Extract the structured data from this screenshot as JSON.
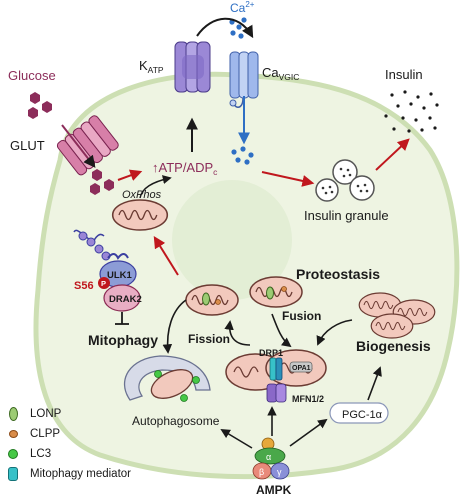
{
  "labels": {
    "calcium": "Ca",
    "calcium_sup": "2+",
    "katp": "K",
    "katp_sub": "ATP",
    "cavgic": "Ca",
    "cavgic_sub": "VGIC",
    "insulin": "Insulin",
    "glucose": "Glucose",
    "glut": "GLUT",
    "atp_adp": "↑ATP/ADP",
    "atp_adp_sub": "c",
    "oxphos": "OxPhos",
    "insulin_granule": "Insulin granule",
    "ulk1": "ULK1",
    "s56": "S56",
    "phospho": "P",
    "drak2": "DRAK2",
    "mitophagy": "Mitophagy",
    "proteostasis": "Proteostasis",
    "fission": "Fission",
    "fusion": "Fusion",
    "biogenesis": "Biogenesis",
    "drp1": "DRP1",
    "opa1": "OPA1",
    "mfn12": "MFN1/2",
    "pgc1a": "PGC-1α",
    "autophagosome": "Autophagosome",
    "ampk": "AMPK",
    "ampk_alpha": "α",
    "ampk_beta": "β",
    "ampk_gamma": "γ"
  },
  "legend": [
    {
      "label": "LONP",
      "icon": "lonp-icon"
    },
    {
      "label": "CLPP",
      "icon": "clpp-icon"
    },
    {
      "label": "LC3",
      "icon": "lc3-icon"
    },
    {
      "label": "Mitophagy mediator",
      "icon": "mitophagy-mediator-icon"
    }
  ],
  "colors": {
    "cell_fill": "#eef4e2",
    "cell_border": "#cddfb3",
    "nucleus": "#dfead0",
    "glucose": "#8c2d5a",
    "katp": "#9b88d6",
    "cavgic": "#9fb8ec",
    "calcium": "#2e6fc4",
    "mito_fill": "#f2c9bd",
    "mito_border": "#6b3b33",
    "red_arrow": "#c0171d",
    "ulk1": "#8c9cd6",
    "drak2": "#e8aec4",
    "ampk_alpha": "#4aa84a",
    "ampk_beta": "#e98a7a",
    "ampk_gamma": "#8a90d8",
    "ampk_top": "#e6a83a"
  }
}
